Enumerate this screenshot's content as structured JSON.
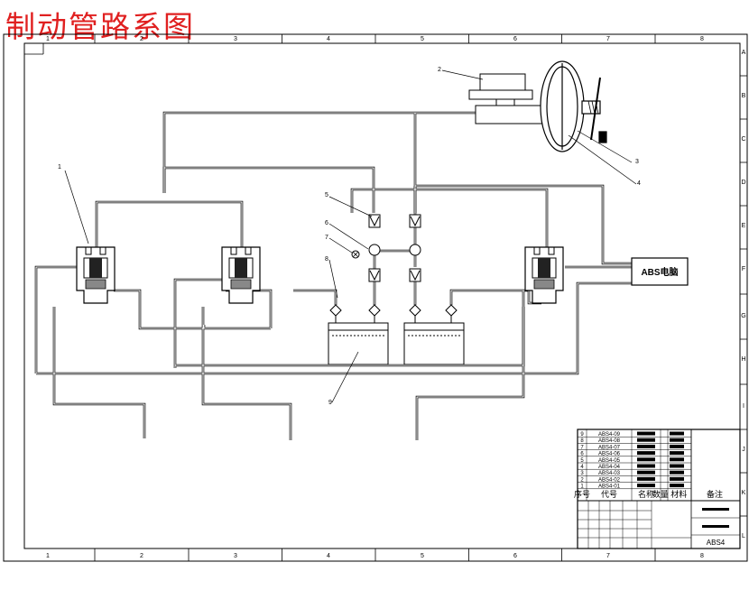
{
  "title": "制动管路系图",
  "frame": {
    "col_labels": [
      "1",
      "2",
      "3",
      "4",
      "5",
      "6",
      "7",
      "8"
    ],
    "row_labels": [
      "A",
      "B",
      "C",
      "D",
      "E",
      "F",
      "G",
      "H",
      "I",
      "J",
      "K",
      "L"
    ]
  },
  "callouts": [
    "1",
    "2",
    "3",
    "4",
    "5",
    "6",
    "7",
    "8",
    "9"
  ],
  "abs_unit_label": "ABS电脑",
  "title_block": {
    "parts": [
      {
        "no": "9",
        "code": "ABS4-09"
      },
      {
        "no": "8",
        "code": "ABS4-08"
      },
      {
        "no": "7",
        "code": "ABS4-07"
      },
      {
        "no": "6",
        "code": "ABS4-06"
      },
      {
        "no": "5",
        "code": "ABS4-05"
      },
      {
        "no": "4",
        "code": "ABS4-04"
      },
      {
        "no": "3",
        "code": "ABS4-03"
      },
      {
        "no": "2",
        "code": "ABS4-02"
      },
      {
        "no": "1",
        "code": "ABS4-01"
      }
    ],
    "header": {
      "no": "序号",
      "code": "代号",
      "name": "名称",
      "qty_material": "数量 材料",
      "remark": "备注"
    },
    "drawing_no": "ABS4"
  }
}
